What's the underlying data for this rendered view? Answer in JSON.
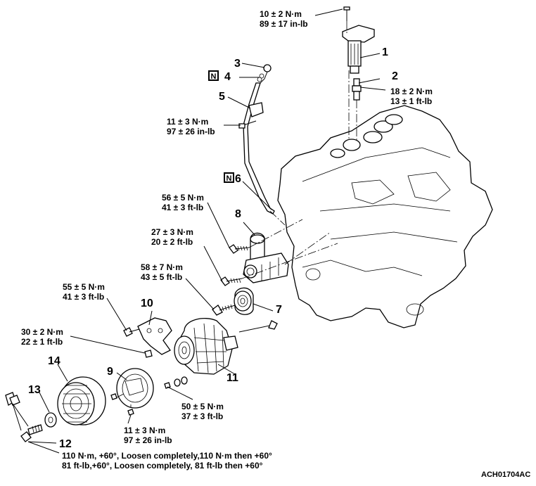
{
  "figure_id": "ACH01704AC",
  "replace_marker": "N",
  "callouts": [
    {
      "num": "1"
    },
    {
      "num": "2"
    },
    {
      "num": "3"
    },
    {
      "num": "4"
    },
    {
      "num": "5"
    },
    {
      "num": "6"
    },
    {
      "num": "7"
    },
    {
      "num": "8"
    },
    {
      "num": "9"
    },
    {
      "num": "10"
    },
    {
      "num": "11"
    },
    {
      "num": "12"
    },
    {
      "num": "13"
    },
    {
      "num": "14"
    }
  ],
  "torques": {
    "coil_bolt": [
      "10 ± 2 N·m",
      "89 ± 17 in-lb"
    ],
    "spark_plug": [
      "18 ± 2 N·m",
      "13 ± 1 ft-lb"
    ],
    "dipstick_bolt": [
      "11 ± 3 N·m",
      "97 ± 26 in-lb"
    ],
    "starter_upper": [
      "56 ± 5 N·m",
      "41 ± 3 ft-lb"
    ],
    "starter_lower": [
      "27 ± 3 N·m",
      "20 ± 2 ft-lb"
    ],
    "idler_bolt": [
      "58 ± 7 N·m",
      "43 ± 5 ft-lb"
    ],
    "bracket_bolt": [
      "55 ± 5 N·m",
      "41 ± 3 ft-lb"
    ],
    "bracket_small": [
      "30 ± 2 N·m",
      "22 ± 1 ft-lb"
    ],
    "generator_nut": [
      "50 ± 5 N·m",
      "37 ± 3 ft-lb"
    ],
    "cover_screw": [
      "11 ± 3 N·m",
      "97 ± 26 in-lb"
    ],
    "crank_bolt": [
      "110 N·m, +60°, Loosen completely,110 N·m then +60°",
      "81 ft-lb,+60°, Loosen completely, 81 ft-lb then +60°"
    ]
  }
}
